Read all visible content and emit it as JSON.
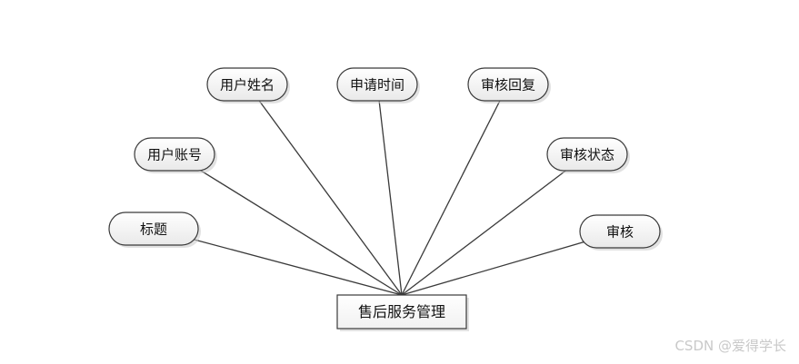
{
  "diagram": {
    "entity": {
      "label": "售后服务管理"
    },
    "attributes": [
      {
        "id": "yonghu-xingming",
        "label": "用户姓名"
      },
      {
        "id": "shenqing-shijian",
        "label": "申请时间"
      },
      {
        "id": "shenhe-huifu",
        "label": "审核回复"
      },
      {
        "id": "yonghu-zhanghao",
        "label": "用户账号"
      },
      {
        "id": "shenhe-zhuangtai",
        "label": "审核状态"
      },
      {
        "id": "biaoti",
        "label": "标题"
      },
      {
        "id": "shenhe",
        "label": "审核"
      }
    ]
  },
  "watermark": "CSDN @爱得学长"
}
